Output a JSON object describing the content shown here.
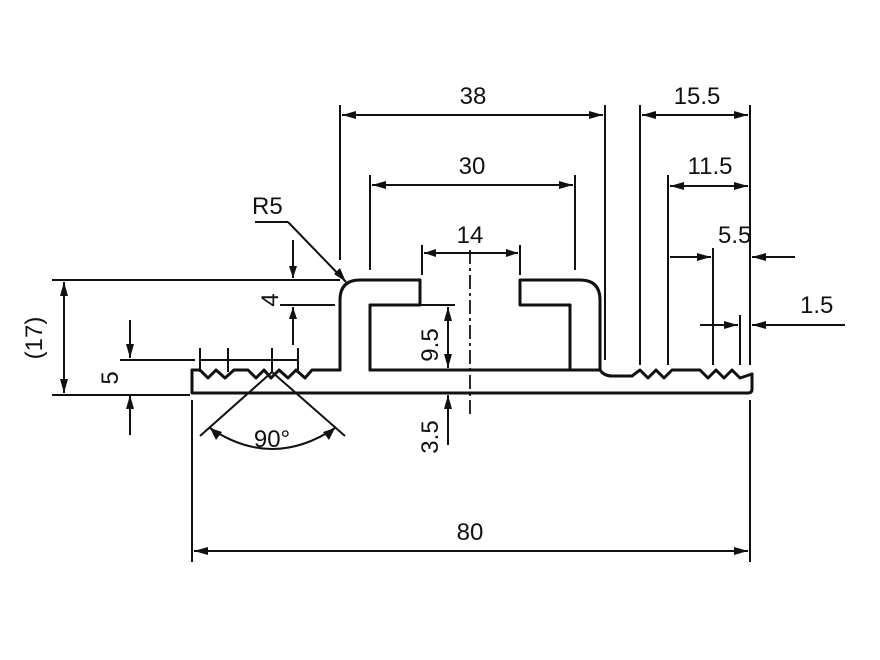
{
  "dimensions": {
    "overall_width": "80",
    "outer_span": "38",
    "inner_span": "30",
    "slot_opening": "14",
    "right_offset_1": "15.5",
    "right_offset_2": "11.5",
    "right_offset_3": "5.5",
    "right_offset_4": "1.5",
    "radius": "R5",
    "lip_height": "4",
    "overall_height": "(17)",
    "base_thickness": "5",
    "inner_height": "9.5",
    "base_height": "3.5",
    "groove_angle": "90°"
  }
}
